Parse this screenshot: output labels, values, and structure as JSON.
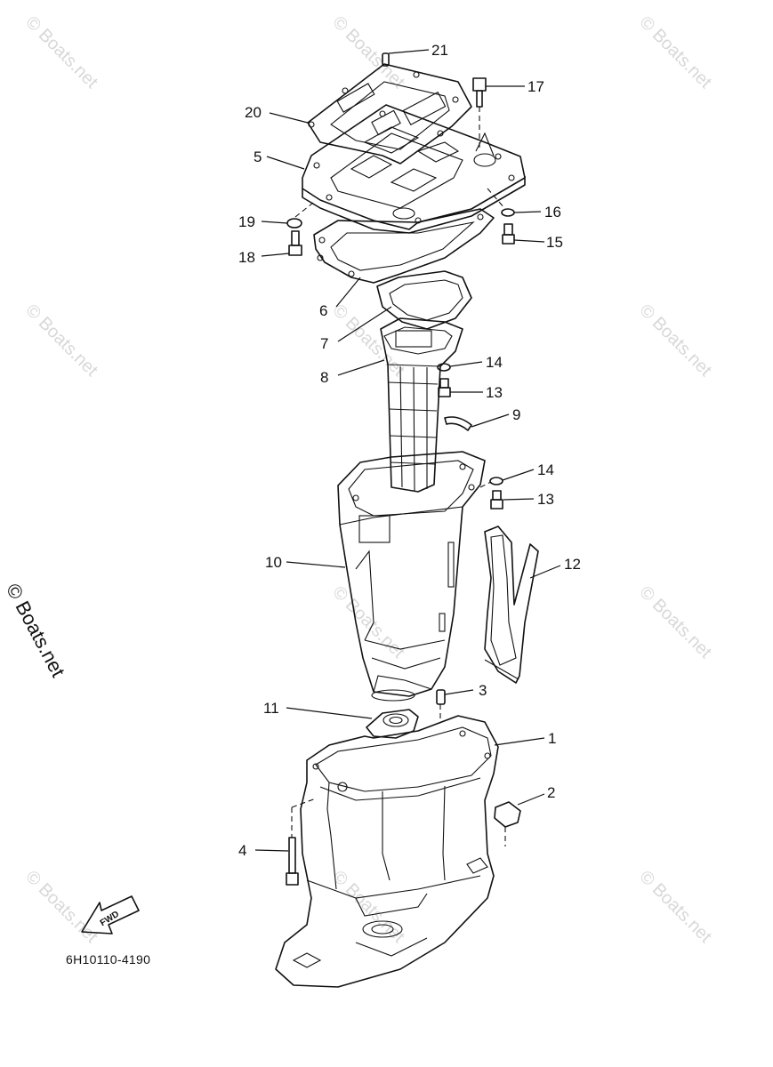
{
  "watermark": "© Boats.net",
  "figure_code": "6H10110-4190",
  "fwd_label": "FWD",
  "callouts": [
    {
      "id": "21",
      "label": "21"
    },
    {
      "id": "17",
      "label": "17"
    },
    {
      "id": "20",
      "label": "20"
    },
    {
      "id": "5",
      "label": "5"
    },
    {
      "id": "16",
      "label": "16"
    },
    {
      "id": "19",
      "label": "19"
    },
    {
      "id": "15",
      "label": "15"
    },
    {
      "id": "18",
      "label": "18"
    },
    {
      "id": "6",
      "label": "6"
    },
    {
      "id": "7",
      "label": "7"
    },
    {
      "id": "14a",
      "label": "14"
    },
    {
      "id": "8",
      "label": "8"
    },
    {
      "id": "13a",
      "label": "13"
    },
    {
      "id": "9",
      "label": "9"
    },
    {
      "id": "14b",
      "label": "14"
    },
    {
      "id": "13b",
      "label": "13"
    },
    {
      "id": "10",
      "label": "10"
    },
    {
      "id": "12",
      "label": "12"
    },
    {
      "id": "3",
      "label": "3"
    },
    {
      "id": "11",
      "label": "11"
    },
    {
      "id": "1",
      "label": "1"
    },
    {
      "id": "2",
      "label": "2"
    },
    {
      "id": "4",
      "label": "4"
    }
  ]
}
